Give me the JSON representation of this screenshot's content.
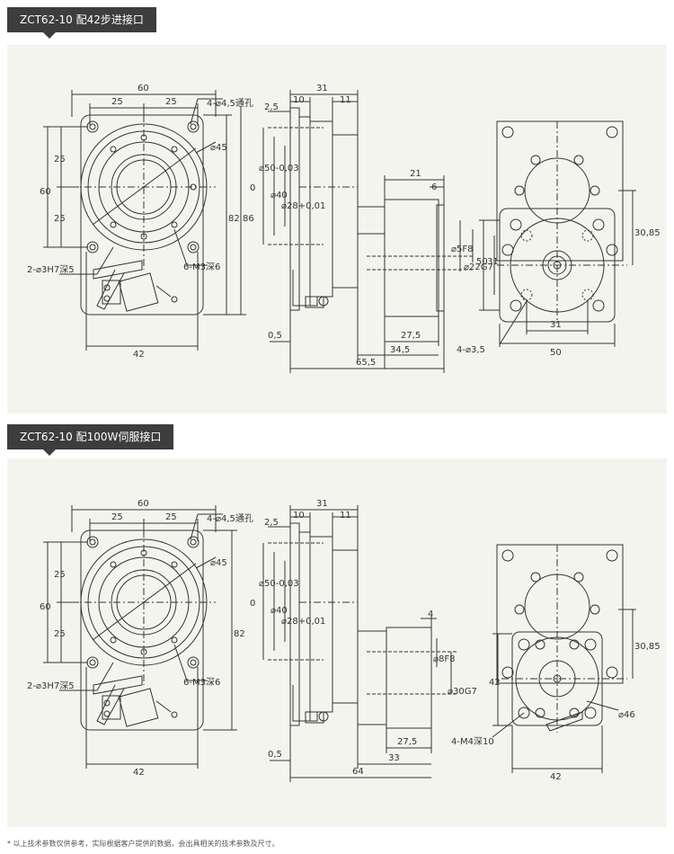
{
  "sections": [
    {
      "title": "ZCT62-10 配42步进接口",
      "front": {
        "w60": "60",
        "w25a": "25",
        "w25b": "25",
        "h60": "60",
        "h25a": "25",
        "h25b": "25",
        "hole_note": "4-⌀4,5通孔",
        "dia45": "⌀45",
        "pin_note": "2-⌀3H7深5",
        "thread_note": "6-M3深6",
        "bottom": "42",
        "h82": "82",
        "h86": "86"
      },
      "side": {
        "w31": "31",
        "w10": "10",
        "w11": "11",
        "d25": "2,5",
        "zero": "0",
        "d50": "⌀50-0,03",
        "d40": "⌀40",
        "d28": "⌀28+0,01",
        "d05": "0,5",
        "w21": "21",
        "w6": "6",
        "d5": "⌀5F8",
        "d22": "⌀22G7",
        "w275": "27,5",
        "w345": "34,5",
        "w655": "65,5"
      },
      "motor": {
        "h50": "50",
        "h31": "31",
        "h3085": "30,85",
        "w31": "31",
        "w50": "50",
        "holes": "4-⌀3,5"
      }
    },
    {
      "title": "ZCT62-10 配100W伺服接口",
      "front": {
        "w60": "60",
        "w25a": "25",
        "w25b": "25",
        "h60": "60",
        "h25a": "25",
        "h25b": "25",
        "hole_note": "4-⌀4,5通孔",
        "dia45": "⌀45",
        "pin_note": "2-⌀3H7深5",
        "thread_note": "6-M3深6",
        "bottom": "42",
        "h82": "82"
      },
      "side": {
        "w31": "31",
        "w10": "10",
        "w11": "11",
        "d25": "2,5",
        "zero": "0",
        "d50": "⌀50-0,03",
        "d40": "⌀40",
        "d28": "⌀28+0,01",
        "d05": "0,5",
        "w4": "4",
        "d8": "⌀8F8",
        "d30": "⌀30G7",
        "w275": "27,5",
        "w33": "33",
        "w64": "64"
      },
      "motor": {
        "h42": "42",
        "h3085": "30,85",
        "d46": "⌀46",
        "holes": "4-M4深10",
        "w42": "42"
      }
    }
  ],
  "footnote": "* 以上技术参数仅供参考，实际根据客户提供的数据，会出具相关的技术参数及尺寸。"
}
